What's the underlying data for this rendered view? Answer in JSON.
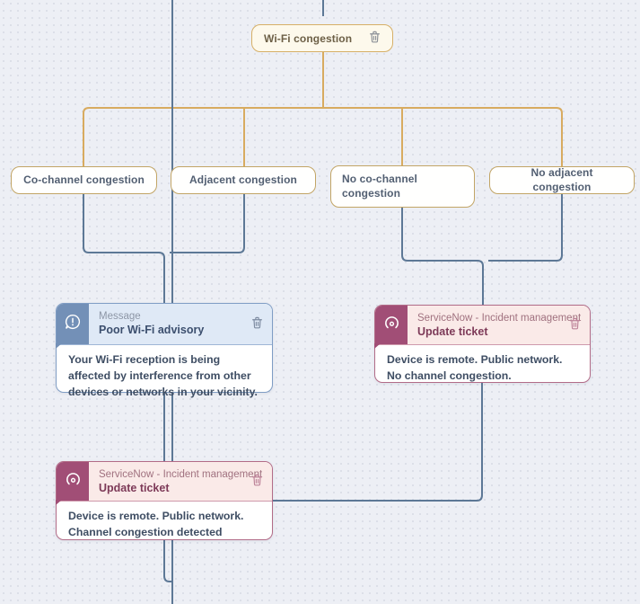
{
  "diagram": {
    "root_node": {
      "label": "Wi-Fi congestion"
    },
    "conditions": [
      {
        "label": "Co-channel congestion"
      },
      {
        "label": "Adjacent congestion"
      },
      {
        "label": "No co-channel congestion"
      },
      {
        "label": "No adjacent congestion"
      }
    ],
    "cards": {
      "message": {
        "type_label": "Message",
        "title": "Poor Wi-Fi advisory",
        "body": "Your Wi-Fi reception is being affected by interference from other devices or networks in your vicinity."
      },
      "servicenow_right": {
        "type_label": "ServiceNow - Incident management",
        "title": "Update ticket",
        "body": "Device is remote. Public network. No channel congestion."
      },
      "servicenow_bottom": {
        "type_label": "ServiceNow - Incident management",
        "title": "Update ticket",
        "body": "Device is remote. Public network. Channel congestion detected"
      }
    }
  },
  "icons": {
    "trash": "trash-icon",
    "message": "speech-bubble-exclamation-icon",
    "servicenow": "servicenow-logo-icon"
  },
  "colors": {
    "branch_orange": "#d8ab60",
    "connector_blue": "#5d7896",
    "condition_border": "#c2a566",
    "root_border": "#d6af67",
    "message_accent": "#7390b7",
    "servicenow_accent": "#a14e76",
    "canvas_background": "#edeff5"
  }
}
